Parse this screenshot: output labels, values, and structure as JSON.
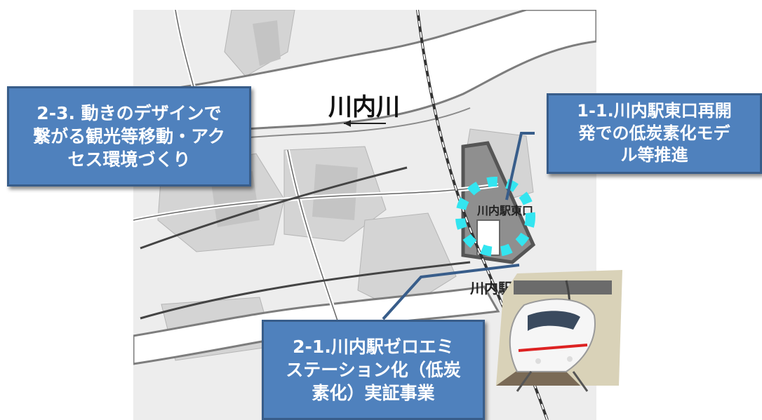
{
  "map": {
    "river_label": "川内川",
    "area_label": "川内駅東口",
    "station_label": "川内駅"
  },
  "callouts": {
    "east_exit": "1-1.川内駅東口再開\n発での低炭素化モデ\nル等推進",
    "zero_emission": "2-1.川内駅ゼロエミ\nステーション化（低炭\n素化）実証事業",
    "design_access": "2-3. 動きのデザインで\n繋がる観光等移動・アク\nセス環境づくり"
  },
  "colors": {
    "callout_fill": "#4f81bd",
    "callout_border": "#385d8a",
    "highlight_ring": "#33e5f0",
    "leader_line": "#385d8a"
  },
  "icons": {
    "train": "high-speed-train-icon"
  }
}
